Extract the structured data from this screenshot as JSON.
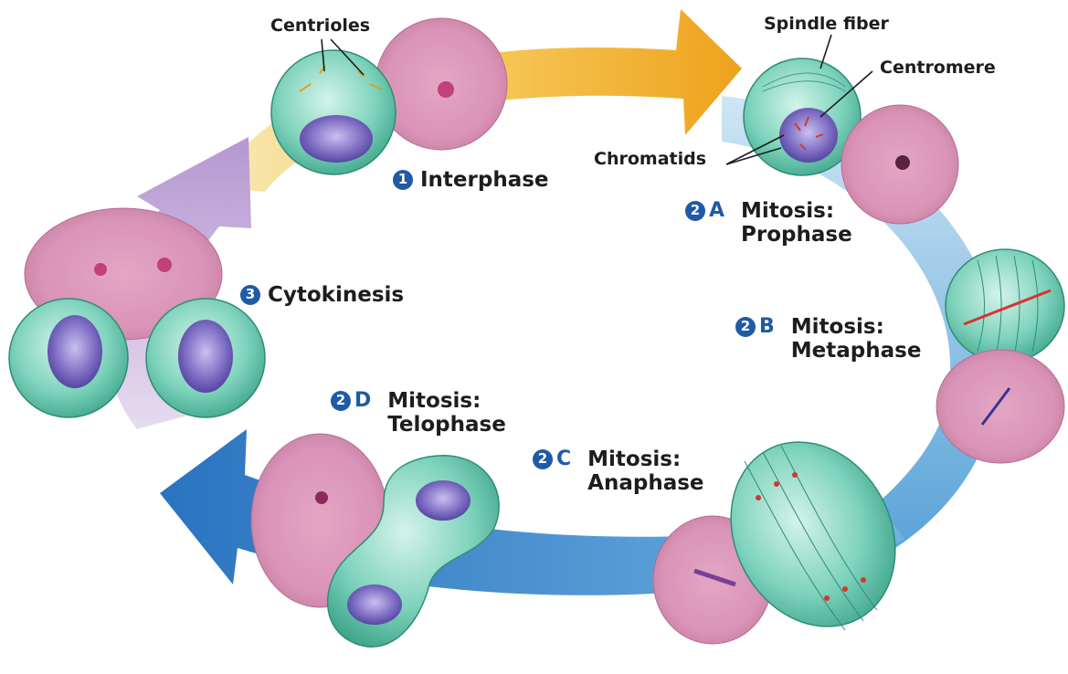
{
  "labels": {
    "centrioles": "Centrioles",
    "spindle_fiber": "Spindle fiber",
    "centromere": "Centromere",
    "chromatids": "Chromatids"
  },
  "phases": {
    "interphase": {
      "number": "1",
      "letter": "",
      "line1": "Interphase",
      "line2": ""
    },
    "prophase": {
      "number": "2",
      "letter": "A",
      "line1": "Mitosis:",
      "line2": "Prophase"
    },
    "metaphase": {
      "number": "2",
      "letter": "B",
      "line1": "Mitosis:",
      "line2": "Metaphase"
    },
    "anaphase": {
      "number": "2",
      "letter": "C",
      "line1": "Mitosis:",
      "line2": "Anaphase"
    },
    "telophase": {
      "number": "2",
      "letter": "D",
      "line1": "Mitosis:",
      "line2": "Telophase"
    },
    "cytokinesis": {
      "number": "3",
      "letter": "",
      "line1": "Cytokinesis",
      "line2": ""
    }
  },
  "colors": {
    "arrow_interphase": "#f2b42a",
    "arrow_mitosis": "#3f86c9",
    "arrow_cytokinesis": "#b79ad0",
    "cell_green": "#5fc3a8",
    "nucleus_purple": "#6a56b0",
    "micrograph_pink": "#d98aae",
    "badge_blue": "#1f5aa6"
  }
}
